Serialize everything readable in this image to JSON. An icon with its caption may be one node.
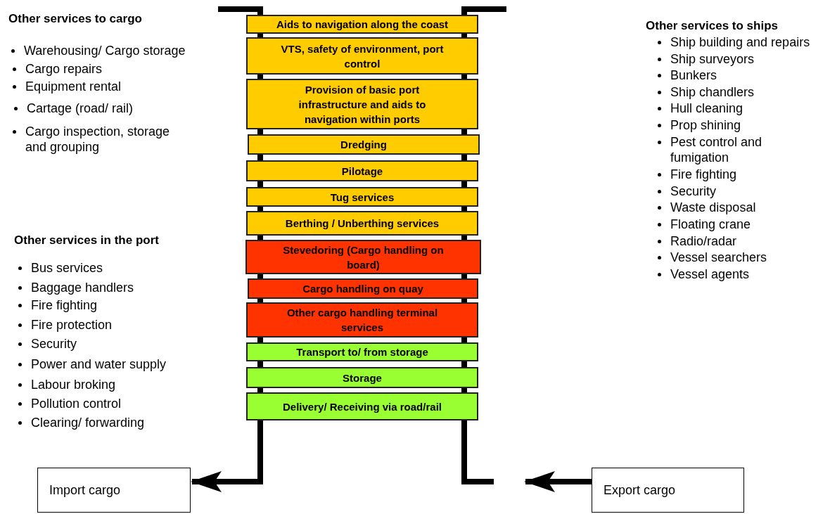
{
  "diagram": {
    "nodes": [
      {
        "text": [
          "Aids to navigation along the coast"
        ]
      },
      {
        "text": [
          "VTS, safety of environment, port control"
        ]
      },
      {
        "text": [
          "Provision of basic port infrastructure and aids to navigation within ports"
        ]
      },
      {
        "text": [
          "Dredging"
        ]
      },
      {
        "text": [
          "Pilotage"
        ]
      },
      {
        "text": [
          "Tug services"
        ]
      },
      {
        "text": [
          "Berthing /  Unberthing  services"
        ]
      },
      {
        "text": [
          "Stevedoring (Cargo handling on board)"
        ]
      },
      {
        "text": [
          "Cargo handling on quay"
        ]
      },
      {
        "text": [
          "Other cargo handling terminal services"
        ]
      },
      {
        "text": [
          "Transport to/ from storage"
        ]
      },
      {
        "text": [
          "Storage"
        ]
      },
      {
        "text": [
          "Delivery/ Receiving via road/rail"
        ]
      },
      {
        "text": [
          "Import cargo"
        ]
      },
      {
        "text": [
          "Export cargo"
        ]
      }
    ],
    "edges": [
      {
        "from": 12,
        "to": 13,
        "arrow": "to"
      },
      {
        "from": 14,
        "to": null,
        "arrow": "to"
      }
    ],
    "labels": [
      "Other services to cargo",
      "Warehousing/ Cargo storage",
      "Cargo repairs",
      "Equipment rental",
      "Cartage (road/ rail)",
      "Cargo inspection, storage and grouping",
      "Other services to ships",
      "Ship building and repairs",
      "Ship surveyors",
      "Bunkers",
      "Ship chandlers",
      "Hull cleaning",
      "Prop shining",
      "Pest control and fumigation",
      "Fire fighting",
      "Security",
      "Waste disposal",
      "Floating crane",
      "Radio/radar",
      "Vessel searchers",
      "Vessel agents",
      "Other services in the port",
      "Bus services",
      "Baggage handlers",
      "Fire fighting",
      "Fire protection",
      "Security",
      "Power and water supply",
      "Labour broking",
      "Pollution control",
      "Clearing/ forwarding"
    ]
  }
}
